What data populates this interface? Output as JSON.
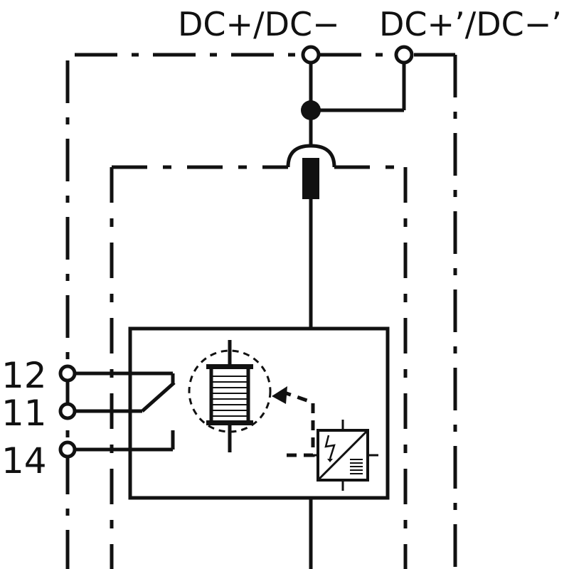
{
  "labels": {
    "terminal_top_left": "DC+/DC−",
    "terminal_top_right": "DC+’/DC−’",
    "contact_12": "12",
    "contact_11": "11",
    "contact_14": "14"
  },
  "colors": {
    "line": "#111111",
    "background": "#ffffff"
  }
}
